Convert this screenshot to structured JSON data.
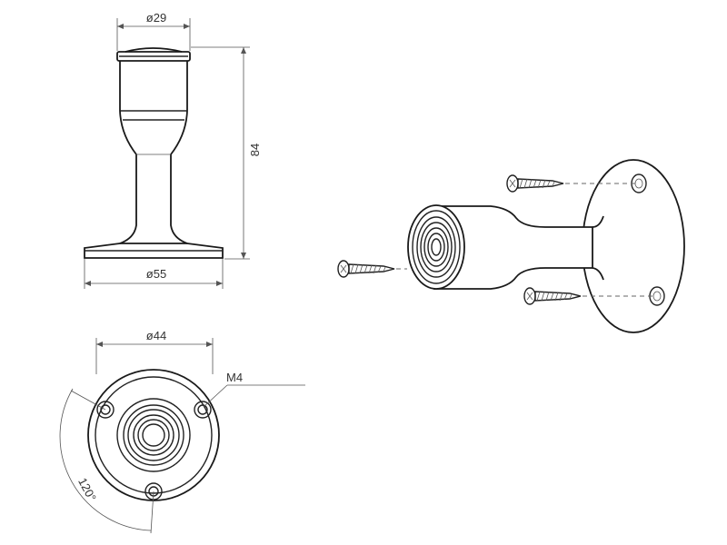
{
  "dimensions": {
    "top_diameter": "ø29",
    "height": "84",
    "base_diameter": "ø55",
    "plan_diameter": "ø44",
    "thread": "M4",
    "angle": "120°"
  }
}
